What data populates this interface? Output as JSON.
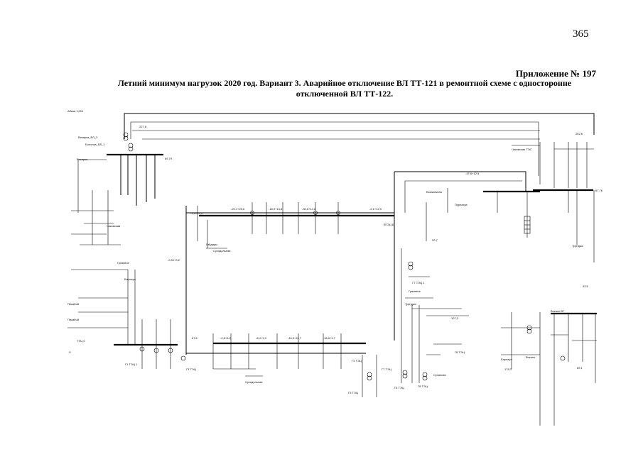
{
  "page": {
    "number": "365",
    "appendix": "Приложение № 197",
    "title_line1": "Летний минимум нагрузок 2020 год. Вариант 3. Аварийное отключение ВЛ ТТ-121 в ремонтной схеме с односторонне",
    "title_line2": "отключенной ВЛ ТТ-122."
  },
  "diagram": {
    "node_labels": [
      {
        "id": "n1",
        "text": "Абаза 1,001"
      },
      {
        "id": "n2",
        "text": "Визирка"
      },
      {
        "id": "n3",
        "text": "Визирка_ВЛ_3"
      },
      {
        "id": "n4",
        "text": "Болонка_ВЛ_1"
      },
      {
        "id": "n5",
        "text": "Гайдары"
      },
      {
        "id": "n6",
        "text": "Суходольная"
      },
      {
        "id": "n7",
        "text": "ГТ ТЭЦ 1"
      },
      {
        "id": "n8",
        "text": "ГТ ТЭЦ 2"
      },
      {
        "id": "n9",
        "text": "ГЗ ТЭЦ"
      },
      {
        "id": "n10",
        "text": "Г5 ТЭЦ"
      },
      {
        "id": "n11",
        "text": "Г7 ТЭЦ"
      },
      {
        "id": "n12",
        "text": "Г6 ТЭЦ"
      },
      {
        "id": "n13",
        "text": "Г8 ТЭЦ"
      },
      {
        "id": "n14",
        "text": "Грязевое"
      },
      {
        "id": "n15",
        "text": "Пурлахуа"
      },
      {
        "id": "n16",
        "text": "Трунджо"
      },
      {
        "id": "n17",
        "text": "Барнаул"
      },
      {
        "id": "n18",
        "text": "Вокзальная"
      },
      {
        "id": "n19",
        "text": "Чаковская ТЭС"
      },
      {
        "id": "n20",
        "text": "ГЗ ТЭЦ 2"
      }
    ]
  }
}
